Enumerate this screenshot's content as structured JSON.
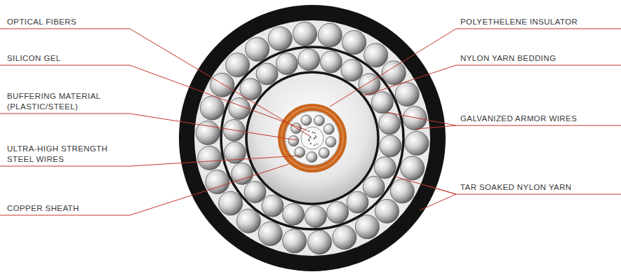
{
  "diagram": {
    "labels": [
      "OPTICAL FIBERS",
      "SILICON GEL",
      "BUFFERING MATERIAL (PLASTIC/STEEL)",
      "ULTRA-HIGH STRENGTH STEEL WIRES",
      "COPPER SHEATH",
      "POLYETHELENE INSULATOR",
      "NYLON YARN BEDDING",
      "GALVANIZED ARMOR WIRES",
      "TAR SOAKED NYLON YARN"
    ]
  }
}
